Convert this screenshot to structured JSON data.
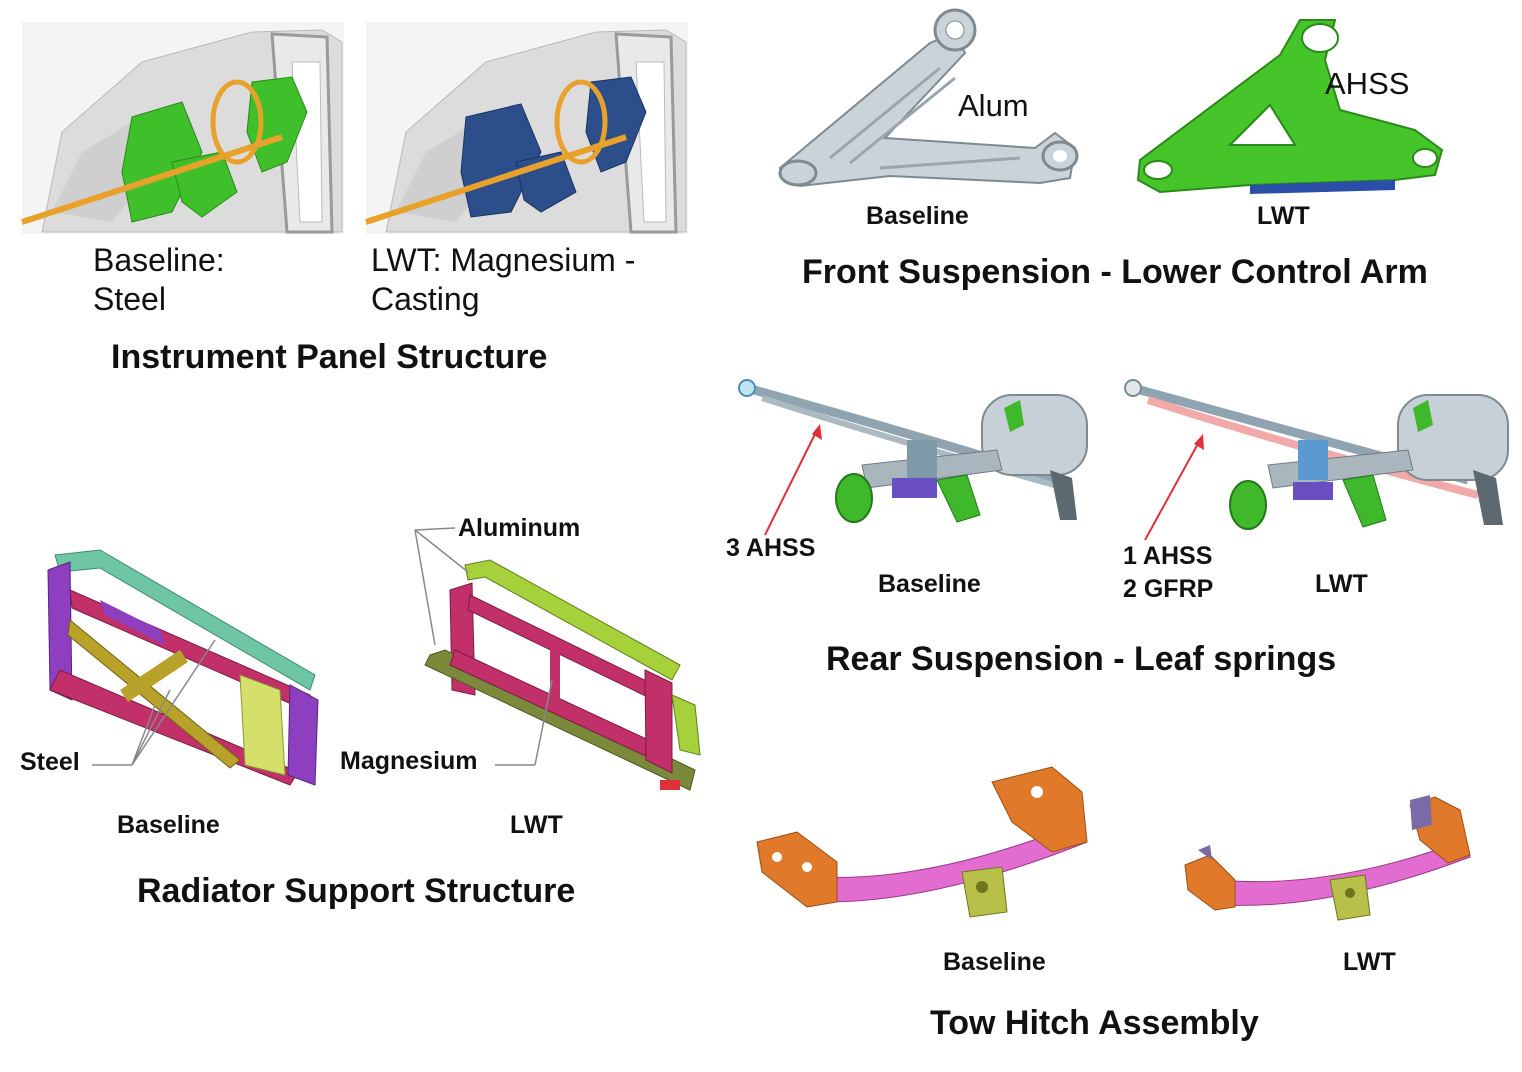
{
  "instrument_panel": {
    "title": "Instrument Panel Structure",
    "baseline_line1": "Baseline:",
    "baseline_line2": "Steel",
    "lwt_line1": "LWT: Magnesium -",
    "lwt_line2": "Casting"
  },
  "front_suspension": {
    "title": "Front Suspension - Lower Control Arm",
    "baseline_material": "Alum",
    "lwt_material": "AHSS",
    "baseline_label": "Baseline",
    "lwt_label": "LWT"
  },
  "rear_suspension": {
    "title": "Rear Suspension - Leaf springs",
    "baseline_callout": "3 AHSS",
    "lwt_callout_line1": "1 AHSS",
    "lwt_callout_line2": "2 GFRP",
    "baseline_label": "Baseline",
    "lwt_label": "LWT"
  },
  "radiator_support": {
    "title": "Radiator Support Structure",
    "callout_aluminum": "Aluminum",
    "callout_steel": "Steel",
    "callout_magnesium": "Magnesium",
    "baseline_label": "Baseline",
    "lwt_label": "LWT"
  },
  "tow_hitch": {
    "title": "Tow Hitch Assembly",
    "baseline_label": "Baseline",
    "lwt_label": "LWT"
  },
  "colors": {
    "steel_green": "#3fc02a",
    "magnesium_blue": "#2c4f8c",
    "aluminum_gray": "#c9d3d8",
    "ahss_green": "#46c52a",
    "gfrp_pink": "#f2a9a9",
    "hitch_pink": "#e26ccf",
    "hitch_orange": "#e07a2a",
    "radiator_magenta": "#c2306a",
    "radiator_teal": "#6fc6a4",
    "radiator_lime": "#a6d13a",
    "callout_red": "#e0303a"
  }
}
